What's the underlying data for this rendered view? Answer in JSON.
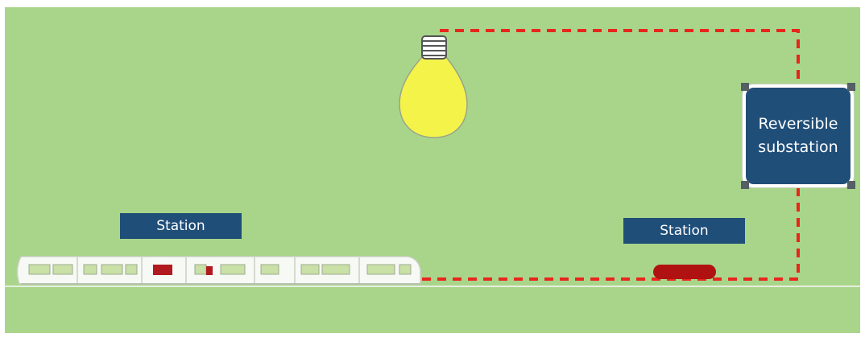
{
  "colors": {
    "background": "#a9d58a",
    "label_fill": "#1f4e79",
    "circuit": "#e8261c",
    "bulb": "#f4f34a",
    "brake_pad": "#b01212",
    "train_window": "#c9e0a6",
    "train_door": "#b11a1f"
  },
  "labels": {
    "station_left": "Station",
    "station_right": "Station",
    "substation_line1": "Reversible",
    "substation_line2": "substation"
  },
  "icons": {
    "bulb": "light-bulb-icon",
    "train": "tram-train-icon",
    "brake": "braking-resistor-icon"
  }
}
